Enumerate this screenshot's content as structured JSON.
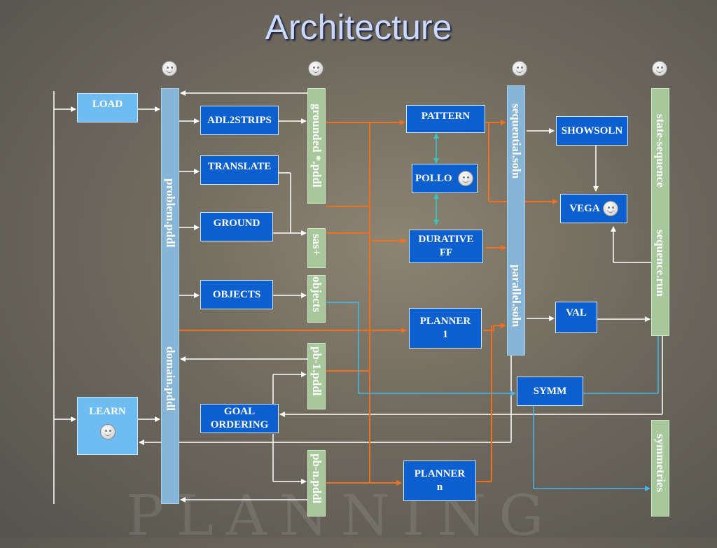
{
  "title": "Architecture",
  "boxes": {
    "load": "LOAD",
    "learn": "LEARN",
    "adl2strips": "ADL2STRIPS",
    "translate": "TRANSLATE",
    "ground": "GROUND",
    "objects": "OBJECTS",
    "goal_ordering_1": "GOAL",
    "goal_ordering_2": "ORDERING",
    "pattern": "PATTERN",
    "pollo": "POLLO",
    "durative_1": "DURATIVE",
    "durative_2": "FF",
    "planner1_1": "PLANNER",
    "planner1_2": "1",
    "plannern_1": "PLANNER",
    "plannern_2": "n",
    "showsoln": "SHOWSOLN",
    "vega": "VEGA",
    "val": "VAL",
    "symm": "SYMM"
  },
  "bars": {
    "problem": "problem.pddl",
    "domain": "domain.pddl",
    "grounded": "grounded *.pddl",
    "sas": "sas+",
    "objects": "objects",
    "pb1": "pb-1.pddl",
    "pbn": "pb-n.pddl",
    "sequential": "sequential.soln",
    "parallel": "parallel.soln",
    "state_sequence": "state-sequence",
    "sequence_run": "sequence.run",
    "symmetries": "symmetries"
  },
  "background_text": "PLANNING",
  "colors": {
    "box_blue": "#0b5fcf",
    "bar_blue": "#86b5d8",
    "bar_green": "#a6c89a",
    "arrow_orange": "#f07020",
    "arrow_teal": "#3cc0c0",
    "arrow_cyan": "#49b6f0",
    "arrow_white": "#ffffff"
  },
  "icons": [
    "smiley-icon"
  ]
}
